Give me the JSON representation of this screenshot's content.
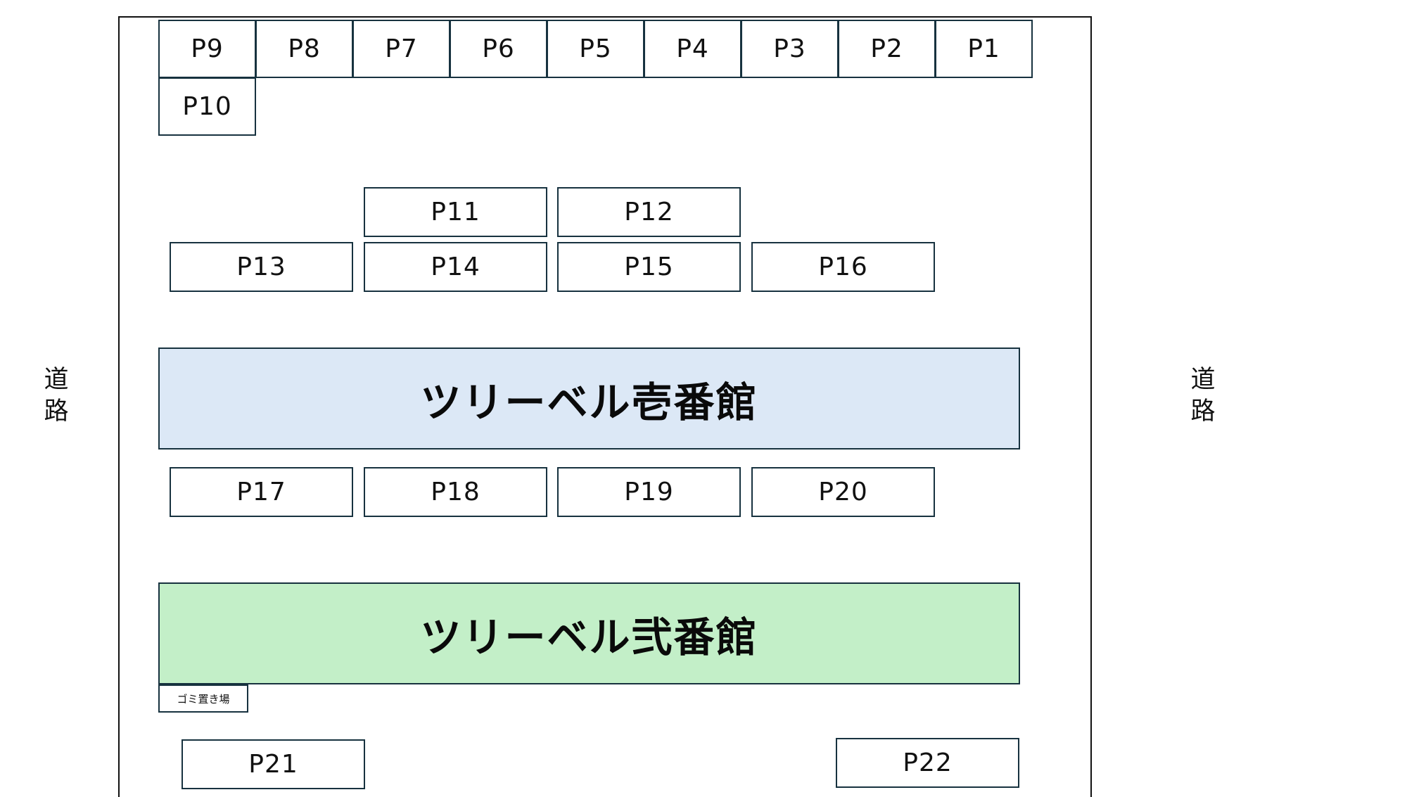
{
  "road_label_chars": [
    "道",
    "路"
  ],
  "spaces": {
    "p1": "P1",
    "p2": "P2",
    "p3": "P3",
    "p4": "P4",
    "p5": "P5",
    "p6": "P6",
    "p7": "P7",
    "p8": "P8",
    "p9": "P9",
    "p10": "P10",
    "p11": "P11",
    "p12": "P12",
    "p13": "P13",
    "p14": "P14",
    "p15": "P15",
    "p16": "P16",
    "p17": "P17",
    "p18": "P18",
    "p19": "P19",
    "p20": "P20",
    "p21": "P21",
    "p22": "P22"
  },
  "buildings": {
    "ichiban": {
      "label": "ツリーベル壱番館",
      "fill": "#dce8f6"
    },
    "niban": {
      "label": "ツリーベル弐番館",
      "fill": "#c3efc8"
    }
  },
  "trash_area": "ゴミ置き場",
  "colors": {
    "outline": "#17323f",
    "lot_border": "#111111"
  }
}
